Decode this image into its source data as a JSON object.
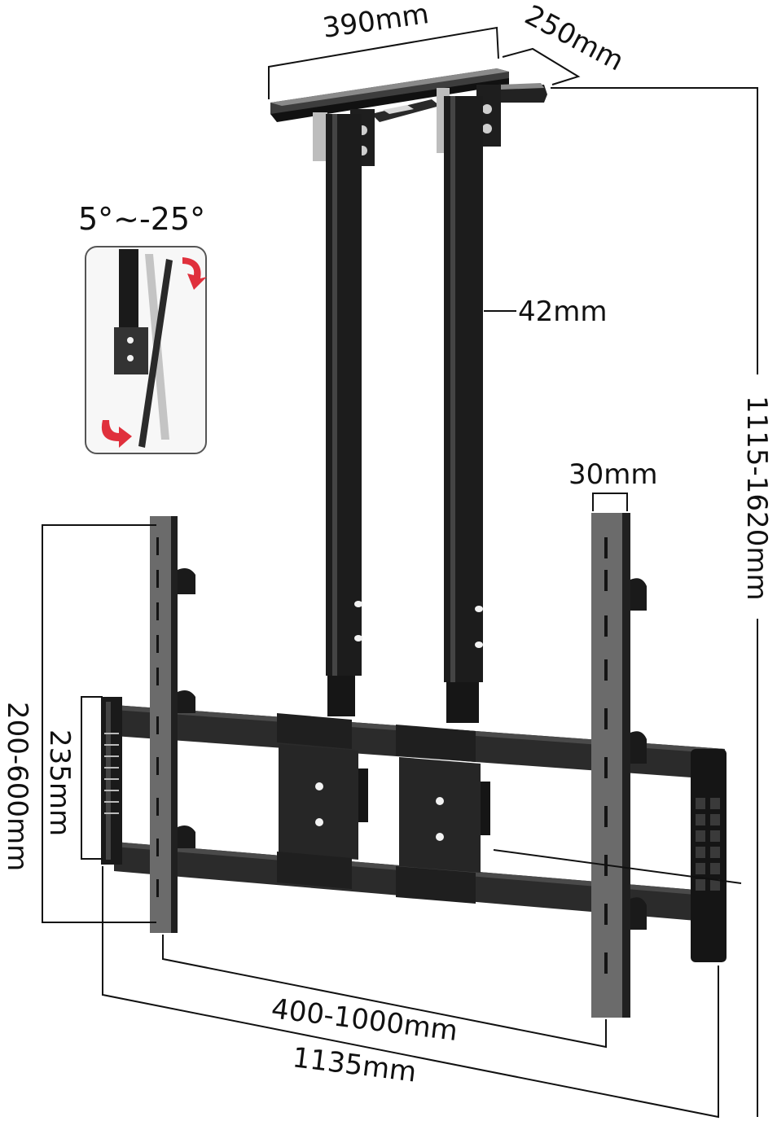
{
  "diagram": {
    "subject": "Ceiling TV mount with dual telescopic poles",
    "colors": {
      "background": "#ffffff",
      "metal_dark": "#1c1c1c",
      "rail_gray": "#6b6b6b",
      "dimension_line": "#111111",
      "tilt_arrow": "#e0303c"
    },
    "dimensions": {
      "ceiling_plate_width": "390mm",
      "ceiling_plate_depth": "250mm",
      "pole_diameter": "42mm",
      "height_range": "1115-1620mm",
      "rail_width": "30mm",
      "rail_vertical_range": "200-600mm",
      "arm_spacing": "235mm",
      "horizontal_range": "400-1000mm",
      "overall_width": "1135mm"
    },
    "tilt_inset": {
      "label": "5°~-25°",
      "icons": [
        "tilt-arrow-down-icon",
        "tilt-arrow-up-icon"
      ]
    }
  }
}
